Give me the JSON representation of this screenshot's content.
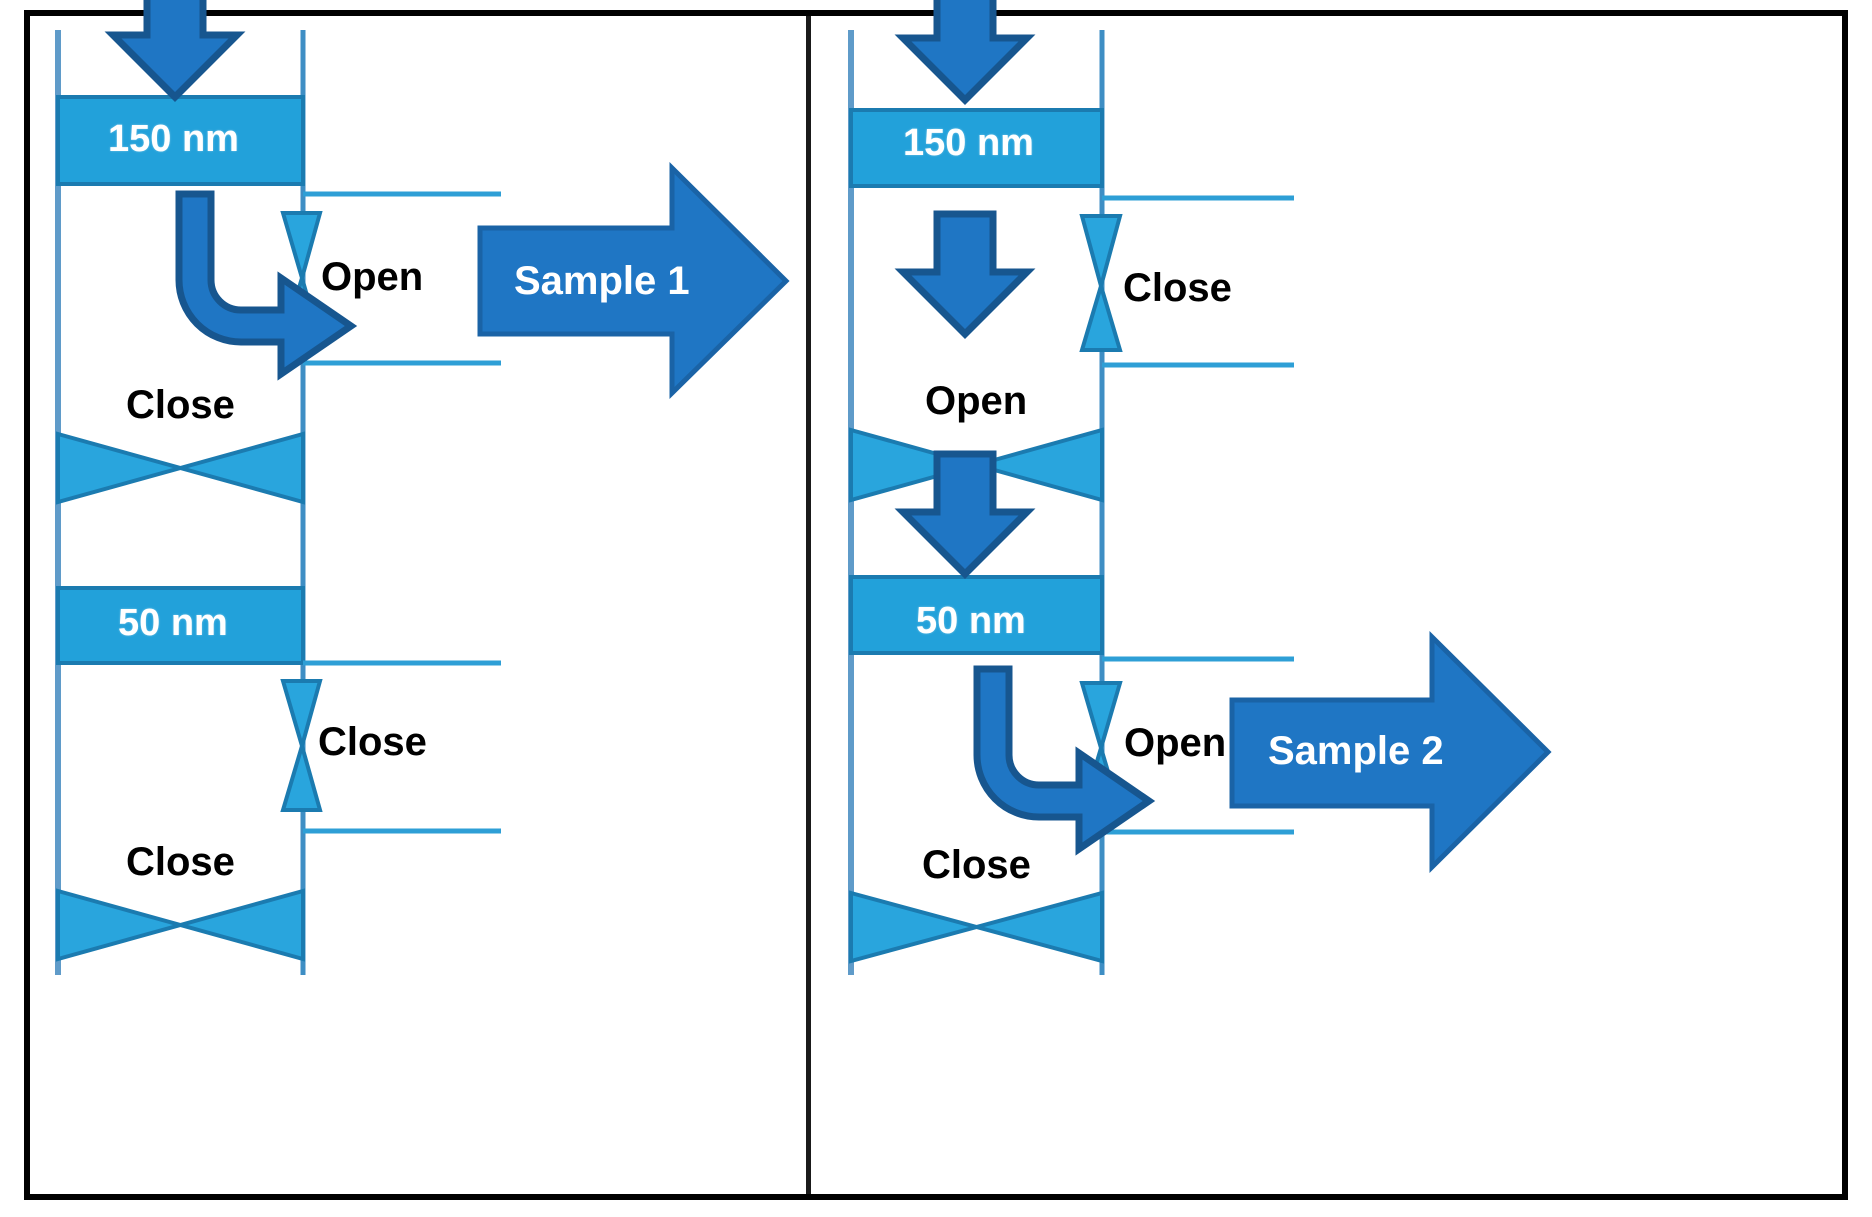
{
  "figure": {
    "type": "process-schematic",
    "description": "Two-panel schematic of a layered column with valves controlling sample elution"
  },
  "panels": [
    {
      "id": "left",
      "name": "sample-1-panel",
      "output_label": "Sample 1",
      "bands": [
        {
          "label": "150 nm",
          "name": "band-150nm"
        },
        {
          "label": "50 nm",
          "name": "band-50nm"
        }
      ],
      "valves": [
        {
          "label": "Open",
          "name": "valve-open-top",
          "state": "open"
        },
        {
          "label": "Close",
          "name": "valve-close-mid",
          "state": "close"
        },
        {
          "label": "Close",
          "name": "valve-close-lower",
          "state": "close"
        },
        {
          "label": "Close",
          "name": "valve-close-bottom",
          "state": "close"
        }
      ],
      "flow_arrows": [
        {
          "name": "down-arrow-top",
          "direction": "down"
        },
        {
          "name": "curved-arrow-to-open-valve",
          "direction": "down-right"
        }
      ]
    },
    {
      "id": "right",
      "name": "sample-2-panel",
      "output_label": "Sample 2",
      "bands": [
        {
          "label": "150 nm",
          "name": "band-150nm"
        },
        {
          "label": "50 nm",
          "name": "band-50nm"
        }
      ],
      "valves": [
        {
          "label": "Close",
          "name": "valve-close-top",
          "state": "close"
        },
        {
          "label": "Open",
          "name": "valve-open-mid",
          "state": "open"
        },
        {
          "label": "Open",
          "name": "valve-open-lower",
          "state": "open"
        },
        {
          "label": "Close",
          "name": "valve-close-bottom",
          "state": "close"
        }
      ],
      "flow_arrows": [
        {
          "name": "down-arrow-top",
          "direction": "down"
        },
        {
          "name": "down-arrow-second",
          "direction": "down"
        },
        {
          "name": "down-arrow-third",
          "direction": "down"
        },
        {
          "name": "curved-arrow-to-open-valve",
          "direction": "down-right"
        }
      ]
    }
  ],
  "colors": {
    "band_fill": "#22a1da",
    "band_stroke": "#1b7bb0",
    "valve_fill": "#29a5dd",
    "valve_stroke": "#1b7bb0",
    "arrow_fill": "#1f76c4",
    "arrow_stroke": "#17568f",
    "pipe_stroke": "#3e8ec4",
    "frame": "#000000"
  }
}
